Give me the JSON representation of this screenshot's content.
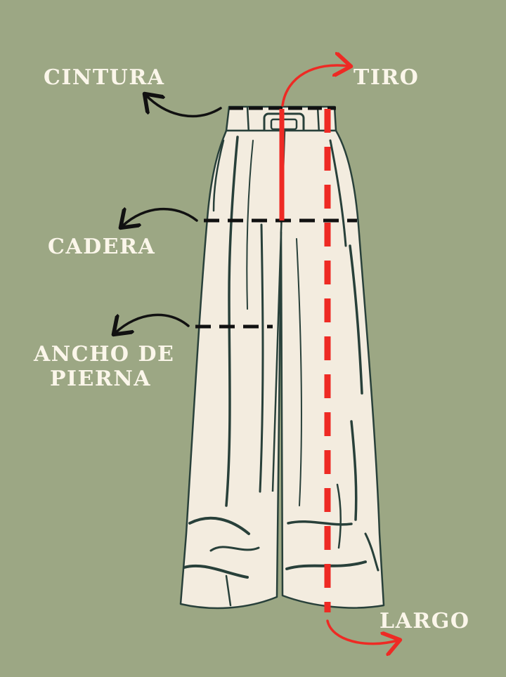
{
  "colors": {
    "background": "#9CA784",
    "garment": "#F3ECDF",
    "outline": "#28403A",
    "measure_red": "#EE2A24",
    "measure_black": "#111111",
    "label_text": "#FBF6EA"
  },
  "labels": {
    "cintura": "CINTURA",
    "tiro": "TIRO",
    "cadera": "CADERA",
    "ancho_line1": "ANCHO DE",
    "ancho_line2": "PIERNA",
    "largo": "LARGO"
  }
}
